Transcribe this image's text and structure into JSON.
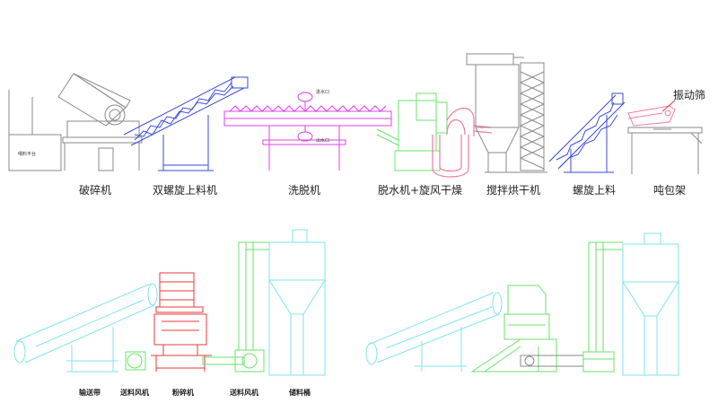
{
  "top_row": {
    "labels": [
      "破碎机",
      "双螺旋上料机",
      "洗脱机",
      "脱水机+旋风干燥",
      "搅拌烘干机",
      "螺旋上料",
      "吨包架"
    ],
    "vibrating_screen_label": "振动筛",
    "feed_platform_label": "喂料平台",
    "water_inlet_label": "进水口",
    "water_outlet_label": "出水口"
  },
  "bottom_row": {
    "labels": [
      "输送带",
      "送料风机",
      "粉碎机",
      "送料风机",
      "储料桶"
    ]
  },
  "colors": {
    "gray": "#888888",
    "blue": "#3a4ad8",
    "magenta": "#e040e8",
    "green": "#6ae36a",
    "pink": "#f07aa0",
    "red": "#e83a3a",
    "cyan": "#7fe3ef"
  }
}
